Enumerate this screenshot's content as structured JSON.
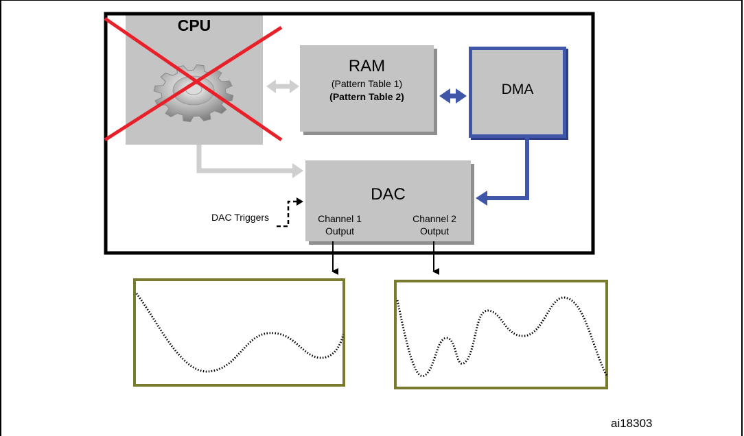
{
  "blocks": {
    "cpu": {
      "label": "CPU"
    },
    "ram": {
      "label": "RAM",
      "line1": "(Pattern Table 1)",
      "line2": "(Pattern Table 2)"
    },
    "dma": {
      "label": "DMA"
    },
    "dac": {
      "label": "DAC",
      "channel1": [
        "Channel 1",
        "Output"
      ],
      "channel2": [
        "Channel 2",
        "Output"
      ]
    }
  },
  "trigger_label": "DAC Triggers",
  "figure_ref": "ai18303",
  "colors": {
    "block_fill": "#c4c4c4",
    "dma_accent": "#4056a8",
    "inactive_arrow": "#cfcfcf",
    "cancel_cross": "#e8202a",
    "scope_border": "#7a7a2e"
  },
  "icons": [
    "gear-icon",
    "cancel-cross-icon"
  ]
}
